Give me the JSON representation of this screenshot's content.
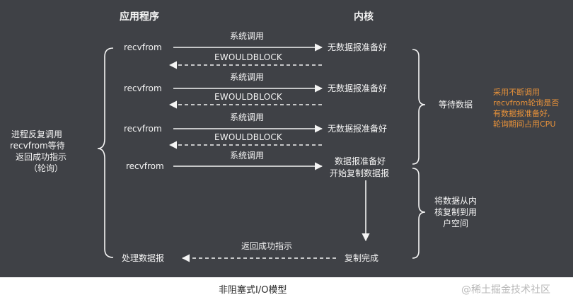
{
  "headers": {
    "app": "应用程序",
    "kernel": "内核"
  },
  "syscall_label": "系统调用",
  "recvfrom_label": "recvfrom",
  "ewouldblock_label": "EWOULDBLOCK",
  "no_data_ready": "无数据报准备好",
  "data_ready": "数据报准备好",
  "start_copy": "开始复制数据报",
  "copy_done": "复制完成",
  "return_success": "返回成功指示",
  "process_data": "处理数据报",
  "left_note": [
    "进程反复调用",
    "recvfrom等待",
    "返回成功指示",
    "（轮询）"
  ],
  "wait_data": "等待数据",
  "copy_note": [
    "将数据从内",
    "核复制到用",
    "户空间"
  ],
  "orange_note": [
    "采用不断调用",
    "recvfrom轮询是否",
    "有数据报准备好,",
    "轮询期间占用CPU"
  ],
  "caption": "非阻塞式I/O模型",
  "watermark": "@稀土掘金技术社区",
  "colors": {
    "background": "#3f4146",
    "text": "#f4f4f4",
    "accent": "#e8923a",
    "watermark": "#b9b9b9"
  }
}
